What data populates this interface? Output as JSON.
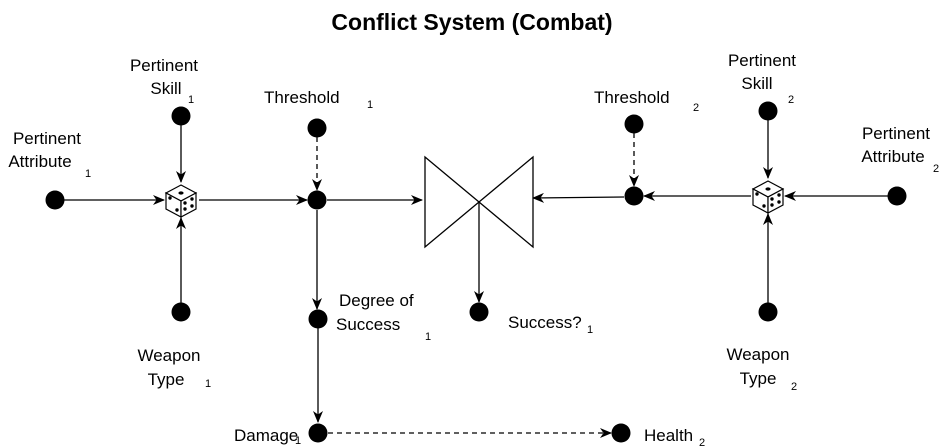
{
  "title": "Conflict System (Combat)",
  "labels": {
    "skill1_a": "Pertinent",
    "skill1_b": "Skill",
    "skill1_sub": "1",
    "attr1_a": "Pertinent",
    "attr1_b": "Attribute",
    "attr1_sub": "1",
    "weapon1_a": "Weapon",
    "weapon1_b": "Type",
    "weapon1_sub": "1",
    "threshold1": "Threshold",
    "threshold1_sub": "1",
    "degree1_a": "Degree of",
    "degree1_b": "Success",
    "degree1_sub": "1",
    "damage1": "Damage",
    "damage1_sub": "1",
    "success": "Success?",
    "success_sub": "1",
    "health2": "Health",
    "health2_sub": "2",
    "threshold2": "Threshold",
    "threshold2_sub": "2",
    "skill2_a": "Pertinent",
    "skill2_b": "Skill",
    "skill2_sub": "2",
    "attr2_a": "Pertinent",
    "attr2_b": "Attribute",
    "attr2_sub": "2",
    "weapon2_a": "Weapon",
    "weapon2_b": "Type",
    "weapon2_sub": "2"
  },
  "icons": {
    "dice_left": "dice-icon",
    "dice_right": "dice-icon",
    "comparator": "bowtie-gate-icon"
  }
}
